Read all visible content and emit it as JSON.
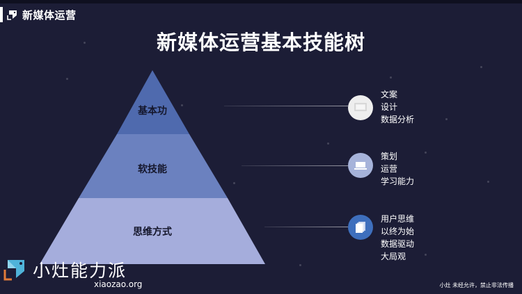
{
  "header": {
    "brand_label": "新媒体运营",
    "title": "新媒体运营基本技能树"
  },
  "pyramid": {
    "tiers": [
      {
        "label": "基本功",
        "color": "#4f6aae"
      },
      {
        "label": "软技能",
        "color": "#6b81bf"
      },
      {
        "label": "思维方式",
        "color": "#a5addc"
      }
    ]
  },
  "skill_groups": [
    {
      "icon": "monitor-icon",
      "circle_color": "#eeeeee",
      "items": [
        "文案",
        "设计",
        "数据分析"
      ]
    },
    {
      "icon": "laptop-icon",
      "circle_color": "#a6b3da",
      "items": [
        "策划",
        "运营",
        "学习能力"
      ]
    },
    {
      "icon": "documents-icon",
      "circle_color": "#3e6fbd",
      "items": [
        "用户思维",
        "以终为始",
        "数据驱动",
        "大局观"
      ]
    }
  ],
  "watermark": {
    "name": "小灶能力派",
    "url": "xiaozao.org",
    "notice": "小灶  未经允许，禁止非法传播"
  }
}
